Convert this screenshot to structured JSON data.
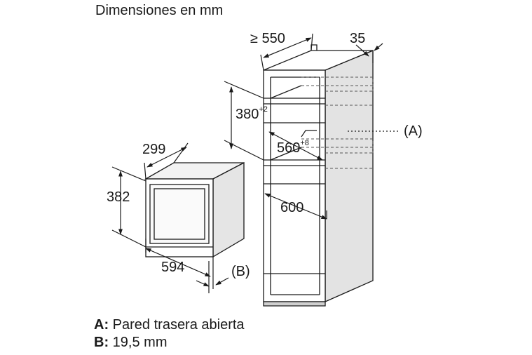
{
  "title": "Dimensiones en mm",
  "dimensions": {
    "cabinet_depth": "≥ 550",
    "side_offset": "35",
    "niche_height": "380",
    "niche_height_tol": "+2",
    "niche_width": "560",
    "niche_width_tol": "+8",
    "cabinet_inner_width": "600",
    "appliance_depth": "299",
    "appliance_height": "382",
    "appliance_width": "594"
  },
  "callouts": {
    "a": "(A)",
    "b": "(B)"
  },
  "legend": [
    {
      "key": "A:",
      "text": "Pared trasera abierta"
    },
    {
      "key": "B:",
      "text": "19,5 mm"
    }
  ]
}
